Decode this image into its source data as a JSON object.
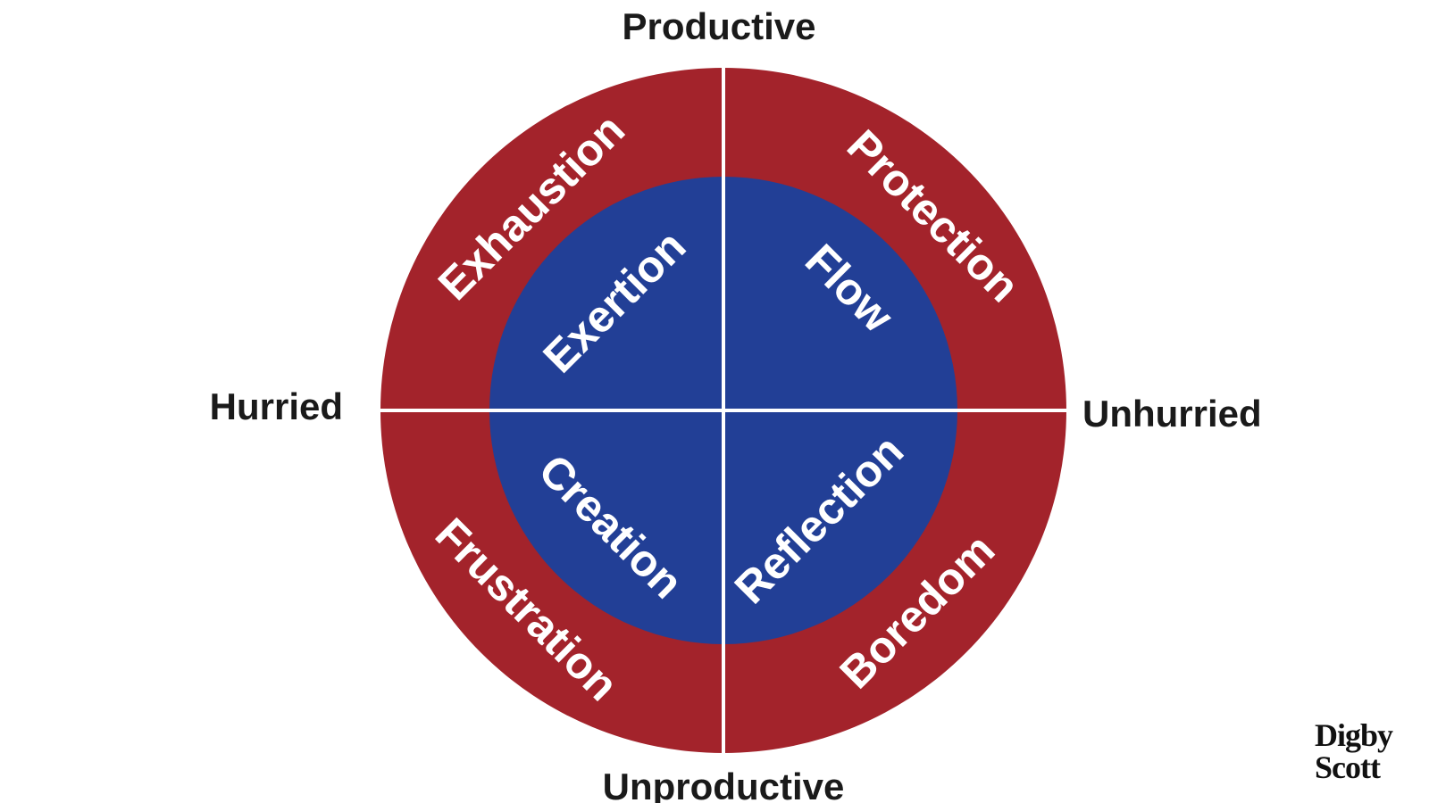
{
  "colors": {
    "outer_ring": "#a3232b",
    "inner_circle": "#223f96",
    "divider": "#ffffff",
    "text_dark": "#1a1a1a",
    "text_light": "#ffffff"
  },
  "axes": {
    "top": "Productive",
    "bottom": "Unproductive",
    "left": "Hurried",
    "right": "Unhurried"
  },
  "outer_ring": {
    "top_left": "Exhaustion",
    "top_right": "Protection",
    "bottom_left": "Frustration",
    "bottom_right": "Boredom"
  },
  "inner_circle": {
    "top_left": "Exertion",
    "top_right": "Flow",
    "bottom_left": "Creation",
    "bottom_right": "Reflection"
  },
  "logo": {
    "line1": "Digby",
    "line2": "Scott"
  }
}
